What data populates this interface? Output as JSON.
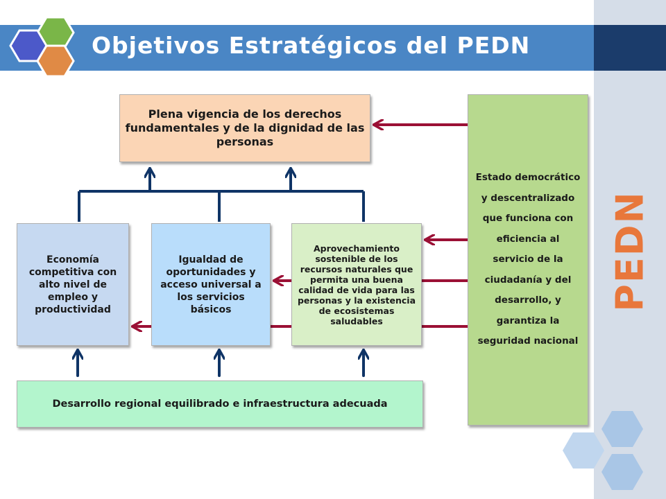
{
  "slide": {
    "title": "Objetivos Estratégicos del PEDN",
    "side_label": "PEDN"
  },
  "diagram": {
    "top_goal": "Plena vigencia de los derechos fundamentales y de la dignidad de las personas",
    "middle_goals": [
      "Economía competitiva con alto nivel de empleo y productividad",
      "Igualdad de oportunidades y acceso universal a los servicios básicos",
      "Aprovechamiento sostenible de los recursos naturales que permita una buena calidad de vida para las personas y la existencia de ecosistemas saludables"
    ],
    "bottom_goal": "Desarrollo regional equilibrado e infraestructura  adecuada",
    "state_goal": "Estado democrático y descentralizado que funciona con eficiencia al servicio de la ciudadanía y del desarrollo,  y garantiza la seguridad nacional"
  },
  "colors": {
    "title_bar": "#4a86c5",
    "title_bar_dark": "#1b3c6b",
    "sidebar": "#d5dde8",
    "side_label": "#e8773b",
    "navy_arrow": "#0f3466",
    "red_arrow": "#9b1035",
    "hex_blue": "#4c59c9",
    "hex_green": "#7ab648",
    "hex_orange": "#e08a45",
    "hex_light": "#a9c6e6"
  }
}
